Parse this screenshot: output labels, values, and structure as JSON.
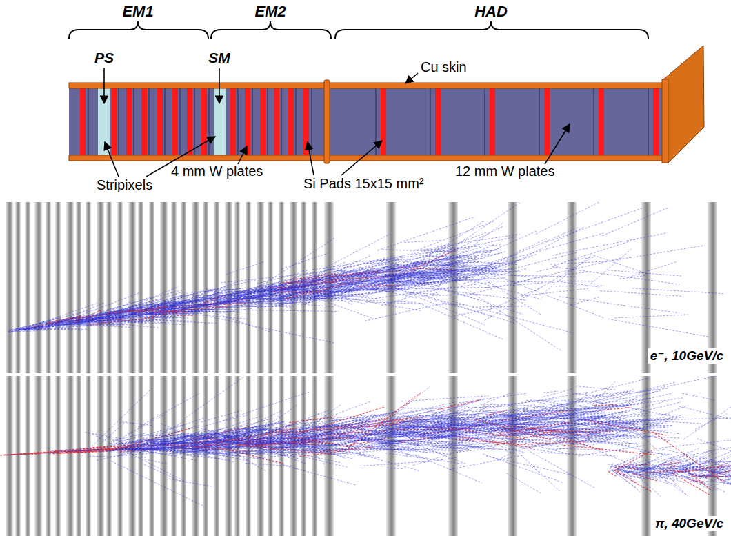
{
  "diagram": {
    "labels": [
      "EM1",
      "EM2",
      "HAD",
      "PS",
      "SM",
      "Cu skin",
      "Stripixels",
      "4 mm W plates",
      "Si Pads 15x15 mm²",
      "12 mm W plates",
      "e⁻, 10GeV/c",
      "π, 40GeV/c"
    ]
  }
}
